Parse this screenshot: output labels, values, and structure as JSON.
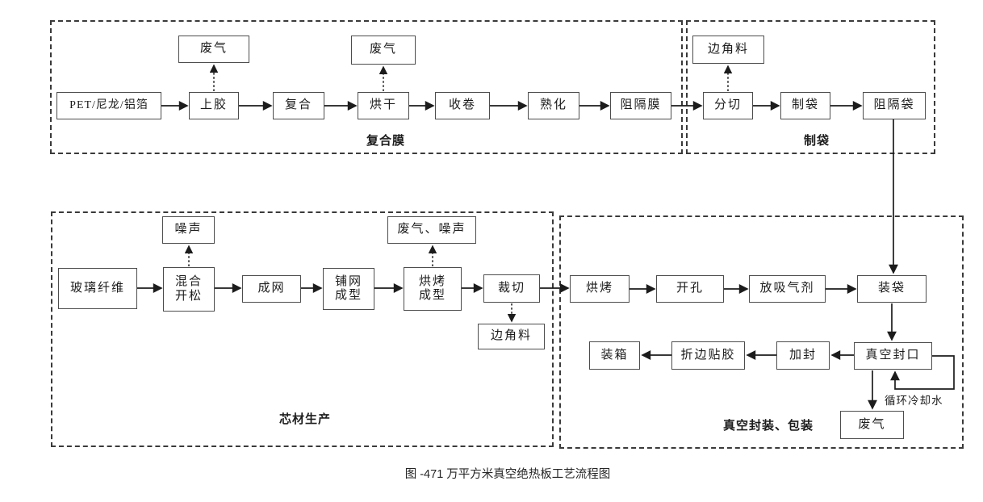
{
  "caption": "图 -471 万平方米真空绝热板工艺流程图",
  "colors": {
    "ink": "#1c1c1c",
    "box_border": "#4d4d4d",
    "background": "#ffffff"
  },
  "sections": {
    "film": {
      "label": "复合膜"
    },
    "bag": {
      "label": "制袋"
    },
    "core": {
      "label": "芯材生产"
    },
    "pack": {
      "label": "真空封装、包装"
    }
  },
  "nodes": {
    "pet": "PET/尼龙/铝箔",
    "gluing": "上胶",
    "laminating": "复合",
    "drying": "烘干",
    "winding": "收卷",
    "curing": "熟化",
    "barrier_film": "阻隔膜",
    "waste_gas_1": "废气",
    "waste_gas_2": "废气",
    "scrap_1": "边角料",
    "slitting": "分切",
    "bag_making": "制袋",
    "barrier_bag": "阻隔袋",
    "noise": "噪声",
    "glass_fiber": "玻璃纤维",
    "mixing_opening": "混合\n开松",
    "web_forming": "成网",
    "web_laying": "铺网\n成型",
    "baking_forming": "烘烤\n成型",
    "cutting": "裁切",
    "waste_gas_noise": "废气、噪声",
    "scrap_2": "边角料",
    "baking": "烘烤",
    "hole_opening": "开孔",
    "getter": "放吸气剂",
    "bagging": "装袋",
    "vacuum_sealing": "真空封口",
    "sealing": "加封",
    "edge_taping": "折边贴胶",
    "boxing": "装箱",
    "waste_gas_3": "废气",
    "cooling_water": "循环冷却水"
  }
}
